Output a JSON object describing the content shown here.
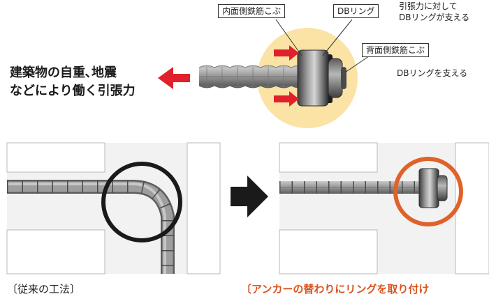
{
  "labels": {
    "inner_bump": "内面側鉄筋こぶ",
    "db_ring": "DBリング",
    "tension_support_line1": "引張力に対して",
    "tension_support_line2": "DBリングが支える",
    "back_bump": "背面側鉄筋こぶ",
    "db_ring_supports": "DBリングを支える",
    "force_line1": "建築物の自重､地震",
    "force_line2": "などにより働く引張力"
  },
  "captions": {
    "conventional": "〔従来の工法〕",
    "new_method": "〔アンカーの替わりにリングを取り付け"
  },
  "colors": {
    "highlight_circle": "#fbe3a5",
    "red_arrow": "#e0202a",
    "orange_circle": "#e0622a",
    "black_circle": "#1a1a1a",
    "panel_bg": "#f2f2f2",
    "bar_fill": "#8f8f8f"
  }
}
